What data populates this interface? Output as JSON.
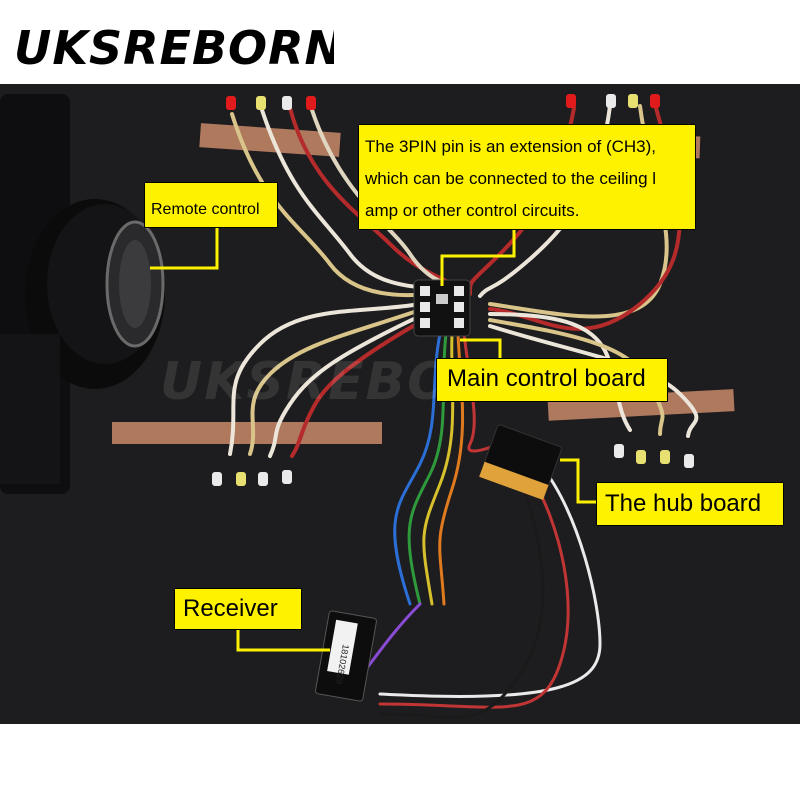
{
  "brand": {
    "logo_text": "UKSREBORN"
  },
  "photo": {
    "watermark_text": "UKSREBORN"
  },
  "callouts": {
    "remote_control": "Remote control",
    "three_pin": {
      "line1": "The 3PIN pin is an extension of (CH3),",
      "line2": "which can be connected to the ceiling l",
      "line3": "amp or other control circuits."
    },
    "main_control_board": "Main control board",
    "hub_board": "The hub board",
    "receiver": "Receiver"
  },
  "receiver_label": {
    "serial": "18102629"
  },
  "colors": {
    "callout_fill": "#fff200",
    "background": "#1d1d1f",
    "tape": "#c98a6a",
    "led_red": "#e11b1b",
    "led_yellow": "#e8e070",
    "led_white": "#eaeaea"
  }
}
